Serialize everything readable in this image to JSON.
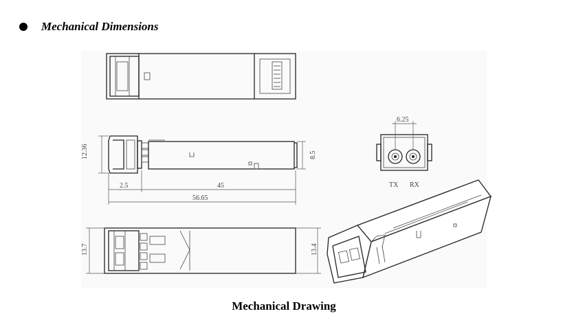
{
  "section": {
    "title": "Mechanical Dimensions",
    "bullet_icon": "filled-circle-icon"
  },
  "drawing": {
    "caption": "Mechanical Drawing",
    "dimensions": {
      "height_side": "12.36",
      "height_rear": "8.5",
      "latch_offset": "2.5",
      "body_length": "45",
      "total_length": "56.65",
      "port_pitch": "6.25",
      "width_bottom_left": "13.7",
      "width_bottom_right": "13.4"
    },
    "port_labels": {
      "tx": "TX",
      "rx": "RX"
    },
    "views": [
      "top-view",
      "side-view",
      "front-view",
      "bottom-view",
      "isometric-view"
    ]
  }
}
